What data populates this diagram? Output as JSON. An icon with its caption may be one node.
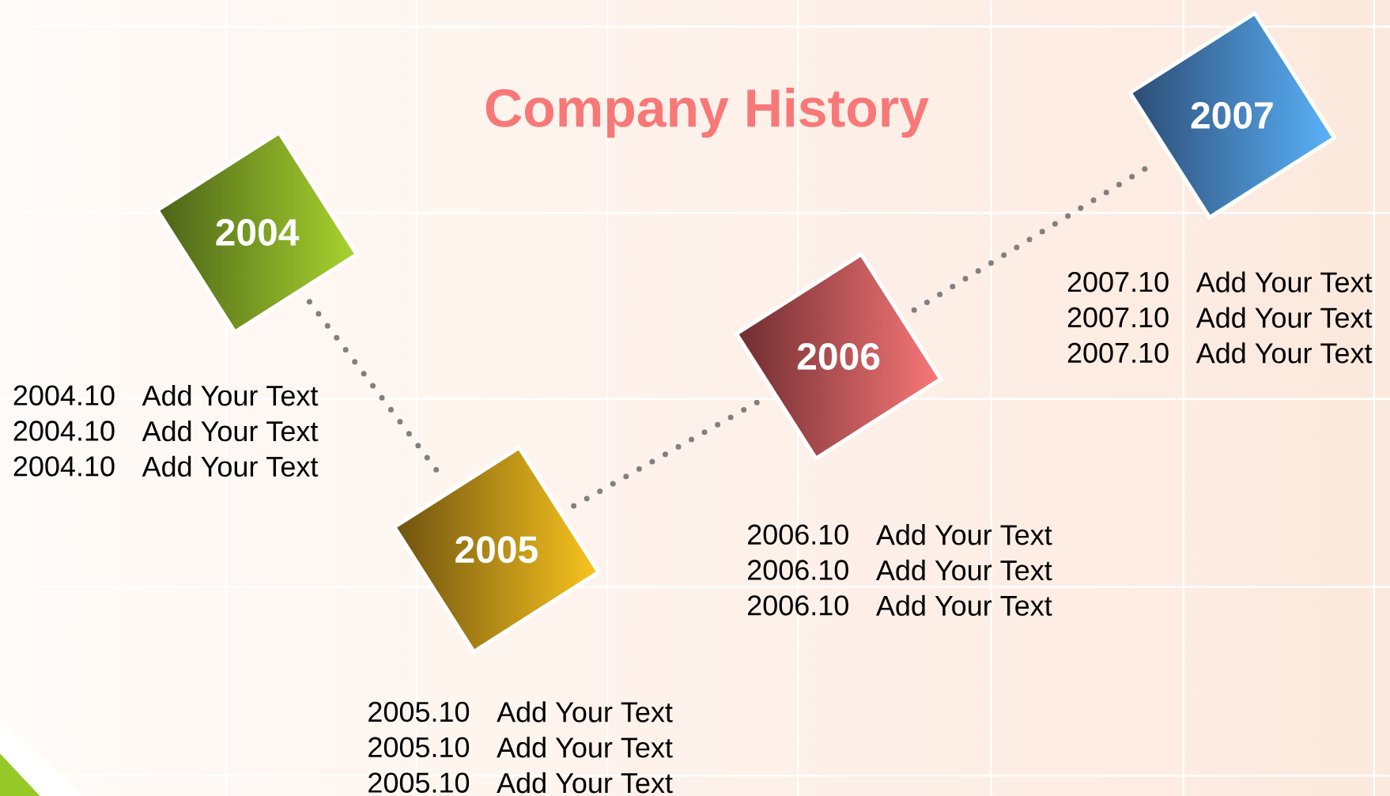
{
  "diagram": {
    "title": "Company History",
    "nodes": [
      {
        "text": [
          "2004"
        ],
        "beside": [
          "2004.10",
          "Add Your Text",
          "2004.10",
          "Add Your Text",
          "2004.10",
          "Add Your Text"
        ]
      },
      {
        "text": [
          "2005"
        ],
        "beside": [
          "2005.10",
          "Add Your Text",
          "2005.10",
          "Add Your Text",
          "2005.10",
          "Add Your Text"
        ]
      },
      {
        "text": [
          "2006"
        ],
        "beside": [
          "2006.10",
          "Add Your Text",
          "2006.10",
          "Add Your Text",
          "2006.10",
          "Add Your Text"
        ]
      },
      {
        "text": [
          "2007"
        ],
        "beside": [
          "2007.10",
          "Add Your Text",
          "2007.10",
          "Add Your Text",
          "2007.10",
          "Add Your Text"
        ]
      }
    ],
    "edges": [
      {
        "from": 0,
        "to": 1,
        "arrow": "none"
      },
      {
        "from": 1,
        "to": 2,
        "arrow": "none"
      },
      {
        "from": 2,
        "to": 3,
        "arrow": "none"
      }
    ]
  }
}
